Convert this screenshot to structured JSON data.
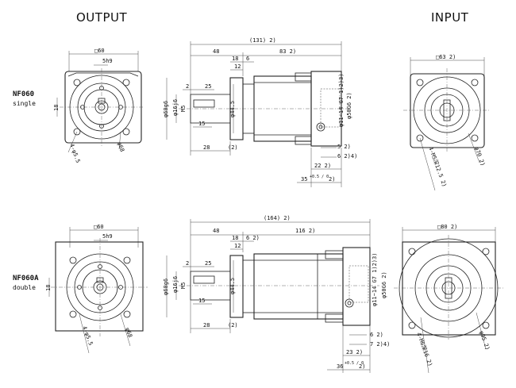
{
  "headers": {
    "output": "OUTPUT",
    "input": "INPUT"
  },
  "models": [
    {
      "name": "NF060",
      "variant": "single"
    },
    {
      "name": "NF060A",
      "variant": "double"
    }
  ],
  "row1": {
    "out": {
      "sq": "□60",
      "key": "5h9",
      "d18": "18",
      "holes": "4-φ5.5",
      "pcd": "φ68"
    },
    "side": {
      "total": "(131)  2)",
      "l48": "48",
      "l83": "83  2)",
      "l18": "18",
      "l6": "6",
      "l12": "12",
      "l2": "2",
      "l25": "25",
      "dia60": "φ60g6",
      "dia16": "φ16j6",
      "m5": "M5",
      "l15": "15",
      "dia445": "φ44.5",
      "l28": "28",
      "p2": "(2)",
      "bore": "φ11~14 G7  1)2)3)",
      "dia50": "φ50G6  2)",
      "l5": "5  2)",
      "l6b": "6  2)4)",
      "l22": "22  2)",
      "l35": "35",
      "tol35": "+0.5 / 0",
      "tol35b": "2)"
    },
    "in": {
      "sq": "□63  2)",
      "holes": "4-M5深12.5  2)",
      "pcd": "φ70  2)"
    }
  },
  "row2": {
    "out": {
      "sq": "□60",
      "key": "5h9",
      "d18": "18",
      "holes": "4-φ5.5",
      "pcd": "φ68"
    },
    "side": {
      "total": "(164)  2)",
      "l48": "48",
      "l116": "116  2)",
      "l18": "18",
      "l6": "6  2)",
      "l12": "12",
      "l2": "2",
      "l25": "25",
      "dia60": "φ60g6",
      "dia16": "φ16j6",
      "m5": "M5",
      "l15": "15",
      "dia445": "φ44.5",
      "l28": "28",
      "p2": "(2)",
      "bore": "φ11~14 G7  1)2)3)",
      "dia50": "φ50G6  2)",
      "l7": "7  2)4)",
      "l23": "23  2)",
      "l36": "36",
      "tol36": "+0.5 / 0",
      "tol36b": "2)"
    },
    "in": {
      "sq": "□80  2)",
      "holes": "4-M6深16  2)",
      "pcd": "φ95  2)"
    }
  }
}
